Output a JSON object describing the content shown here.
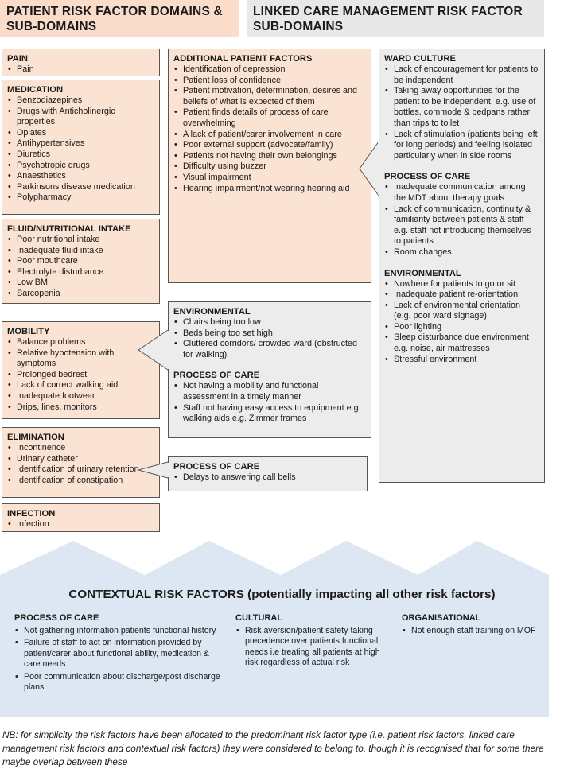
{
  "headers": {
    "left": "PATIENT RISK FACTOR DOMAINS & SUB-DOMAINS",
    "right": "LINKED CARE MANAGEMENT RISK FACTOR SUB-DOMAINS"
  },
  "patient_domains": {
    "pain": {
      "title": "PAIN",
      "items": [
        "Pain"
      ]
    },
    "medication": {
      "title": "MEDICATION",
      "items": [
        "Benzodiazepines",
        "Drugs with Anticholinergic properties",
        "Opiates",
        "Antihypertensives",
        "Diuretics",
        "Psychotropic drugs",
        "Anaesthetics",
        "Parkinsons disease medication",
        "Polypharmacy"
      ]
    },
    "fluid": {
      "title": "FLUID/NUTRITIONAL INTAKE",
      "items": [
        "Poor nutritional intake",
        "Inadequate fluid intake",
        "Poor mouthcare",
        "Electrolyte disturbance",
        "Low BMI",
        "Sarcopenia"
      ]
    },
    "mobility": {
      "title": "MOBILITY",
      "items": [
        "Balance problems",
        "Relative hypotension with symptoms",
        "Prolonged bedrest",
        "Lack of correct walking aid",
        "Inadequate footwear",
        "Drips, lines, monitors"
      ]
    },
    "elimination": {
      "title": "ELIMINATION",
      "items": [
        "Incontinence",
        "Urinary catheter",
        "Identification of urinary retention",
        "Identification of constipation"
      ]
    },
    "infection": {
      "title": "INFECTION",
      "items": [
        "Infection"
      ]
    }
  },
  "additional_patient_factors": {
    "title": "ADDITIONAL PATIENT FACTORS",
    "items": [
      "Identification of depression",
      "Patient loss of confidence",
      "Patient motivation, determination, desires and beliefs of what is expected of them",
      "Patient finds details of process of care overwhelming",
      "A lack of patient/carer involvement in care",
      "Poor external support (advocate/family)",
      "Patients not having their own belongings",
      "Difficulty using buzzer",
      "Visual impairment",
      "Hearing impairment/not wearing hearing aid"
    ]
  },
  "mobility_linked": {
    "environmental": {
      "title": "ENVIRONMENTAL",
      "items": [
        "Chairs being too low",
        "Beds being too set high",
        "Cluttered corridors/ crowded ward (obstructed for walking)"
      ]
    },
    "process": {
      "title": "PROCESS OF CARE",
      "items": [
        "Not having a mobility and functional assessment in a timely manner",
        "Staff not having easy access to equipment e.g. walking aids e.g. Zimmer frames"
      ]
    }
  },
  "elimination_linked": {
    "process": {
      "title": "PROCESS OF CARE",
      "items": [
        "Delays to answering call bells"
      ]
    }
  },
  "right_column": {
    "ward_culture": {
      "title": "WARD CULTURE",
      "items": [
        "Lack of encouragement for patients to be independent",
        "Taking away opportunities for the patient to be independent, e.g. use of bottles, commode & bedpans rather than trips to toilet",
        "Lack of stimulation (patients being left for long periods) and feeling isolated particularly when in side rooms"
      ]
    },
    "process": {
      "title": "PROCESS OF CARE",
      "items": [
        "Inadequate communication among the MDT about therapy goals",
        "Lack of communication, continuity & familiarity between patients & staff e.g. staff not introducing themselves to patients",
        "Room changes"
      ]
    },
    "environmental": {
      "title": "ENVIRONMENTAL",
      "items": [
        "Nowhere for patients to go or sit",
        "Inadequate patient re-orientation",
        "Lack of environmental orientation (e.g. poor ward signage)",
        "Poor lighting",
        "Sleep disturbance due environment e.g. noise, air mattresses",
        "Stressful environment"
      ]
    }
  },
  "contextual": {
    "title": "CONTEXTUAL RISK FACTORS (potentially impacting all other risk factors)",
    "process": {
      "title": "PROCESS OF CARE",
      "items": [
        "Not gathering information patients functional history",
        "Failure of staff to act on information provided by patient/carer about functional ability, medication & care needs",
        "Poor communication about discharge/post discharge plans"
      ]
    },
    "cultural": {
      "title": "CULTURAL",
      "items": [
        "Risk aversion/patient safety taking precedence over patients functional needs i.e treating all patients at high risk regardless of actual risk"
      ]
    },
    "organisational": {
      "title": "ORGANISATIONAL",
      "items": [
        "Not enough staff training on MOF"
      ]
    }
  },
  "note": "NB: for simplicity the risk factors have been allocated to the predominant risk factor type (i.e. patient risk factors, linked care management risk factors and contextual risk factors) they were considered to belong to, though it is recognised that for some there maybe overlap between these",
  "colors": {
    "pink": "#fbe3d3",
    "grey": "#ececec",
    "context_blue": "#dce7f3"
  }
}
